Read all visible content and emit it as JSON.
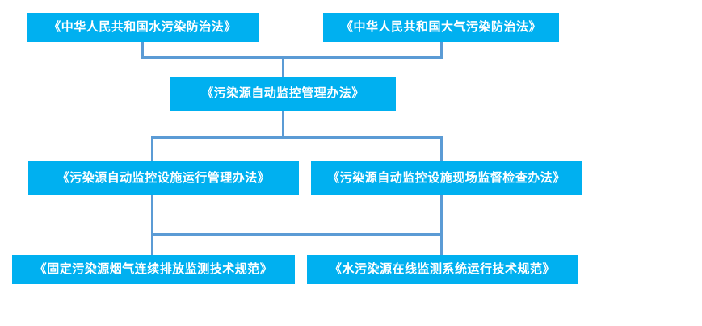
{
  "diagram": {
    "nodes": [
      {
        "id": "water-pollution-law",
        "label": "《中华人民共和国水污染防治法》"
      },
      {
        "id": "air-pollution-law",
        "label": "《中华人民共和国大气污染防治法》"
      },
      {
        "id": "auto-monitoring-measures",
        "label": "《污染源自动监控管理办法》"
      },
      {
        "id": "facility-operation-measures",
        "label": "《污染源自动监控设施运行管理办法》"
      },
      {
        "id": "onsite-inspection-measures",
        "label": "《污染源自动监控设施现场监督检查办法》"
      },
      {
        "id": "flue-gas-cems-spec",
        "label": "《固定污染源烟气连续排放监测技术规范》"
      },
      {
        "id": "water-online-monitoring-spec",
        "label": "《水污染源在线监测系统运行技术规范》"
      }
    ],
    "colors": {
      "node_fill": "#00b0f0",
      "node_text": "#ffffff",
      "connector": "#5b9bd5",
      "background": "#ffffff"
    }
  }
}
